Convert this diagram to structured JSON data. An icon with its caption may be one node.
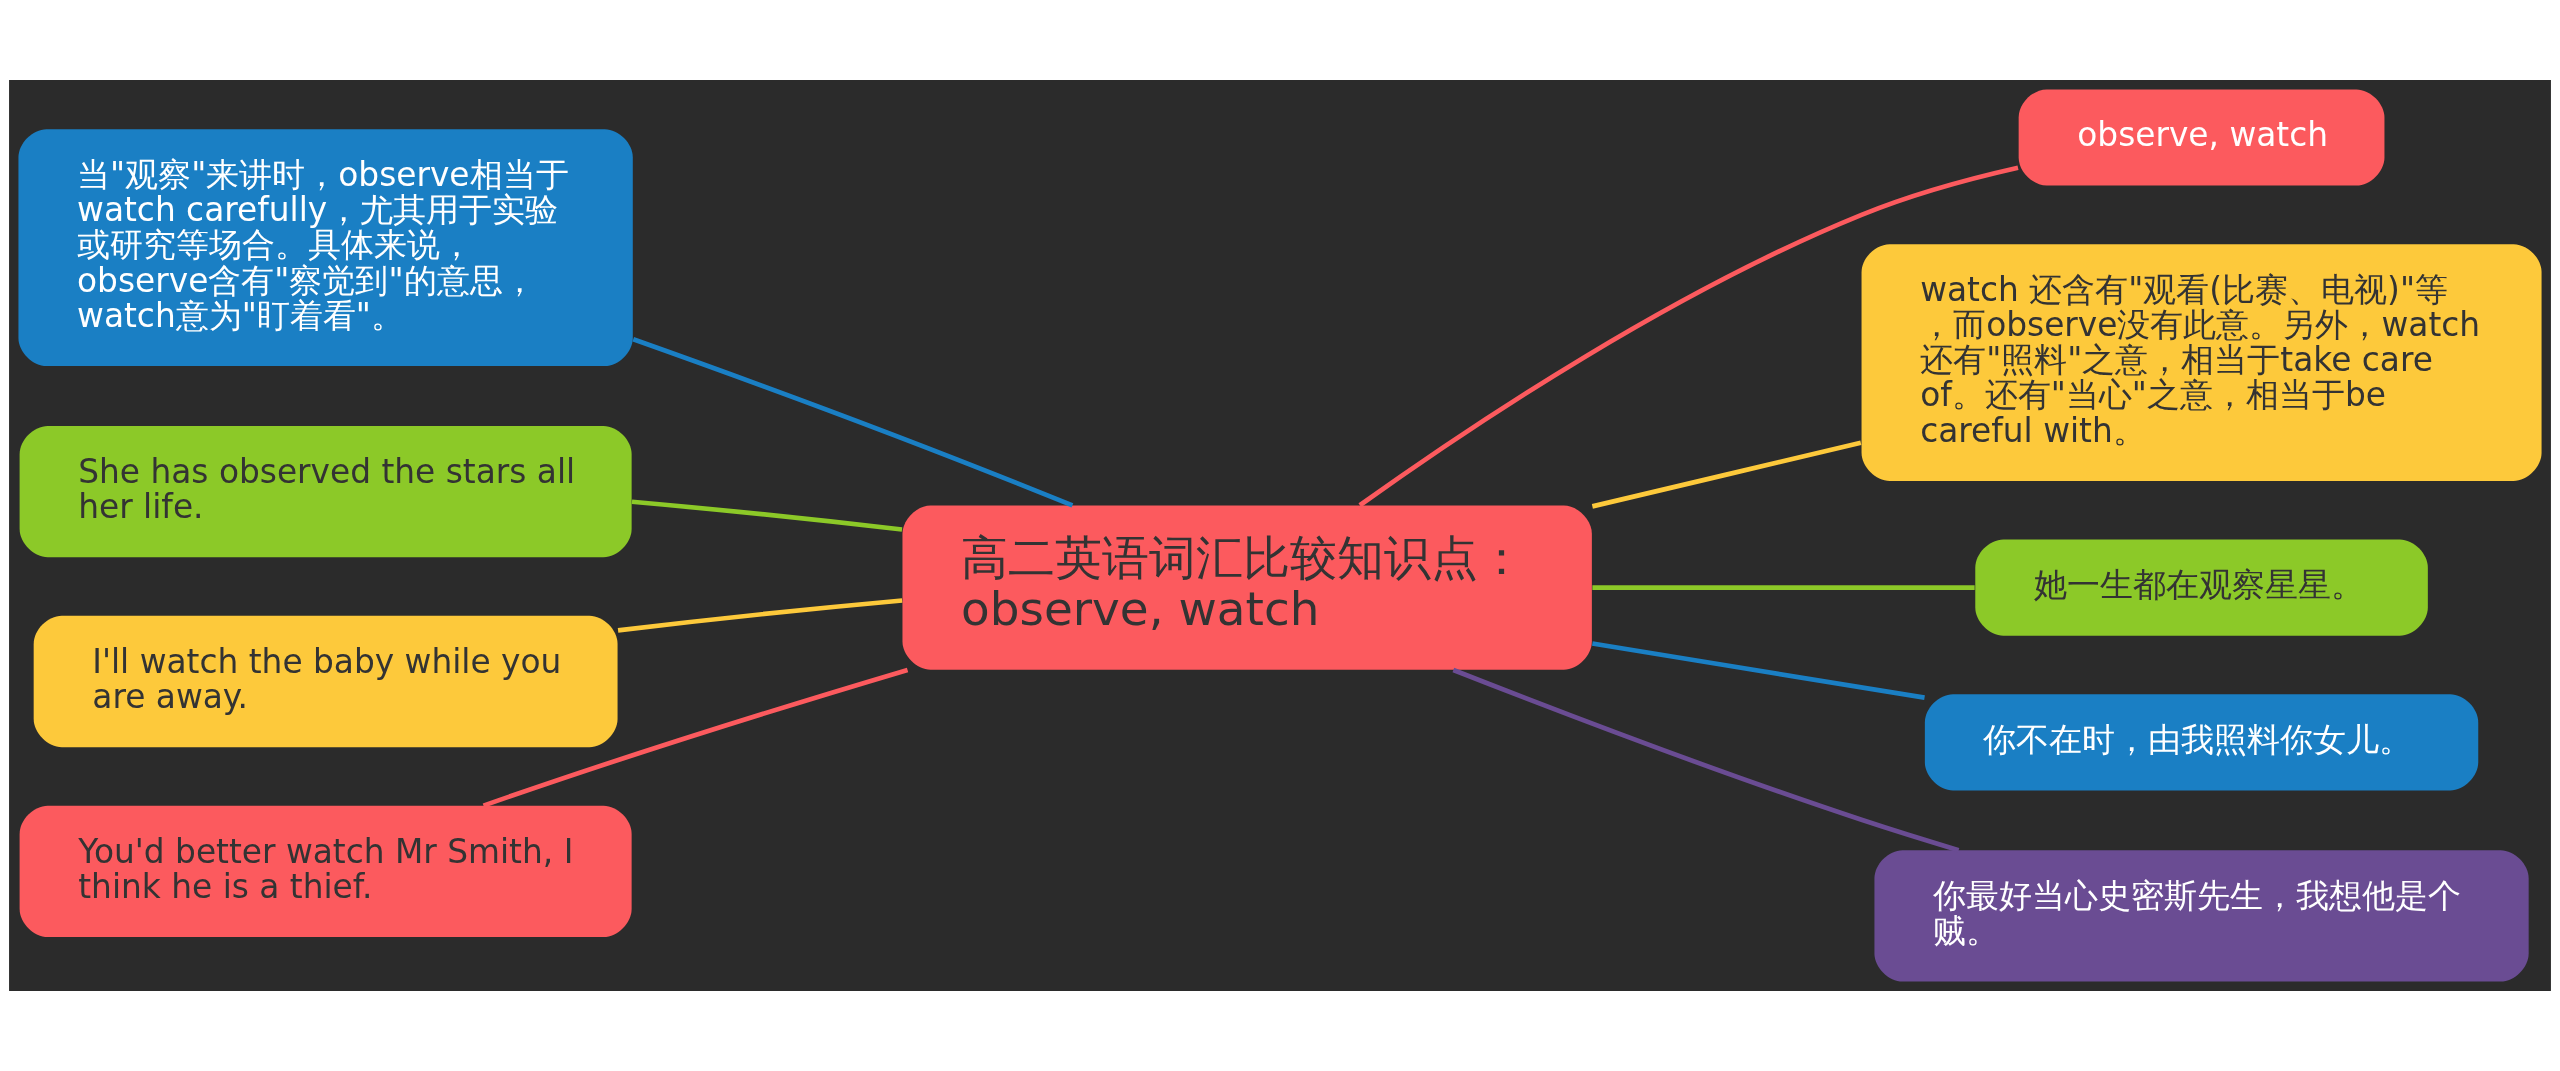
{
  "diagram": {
    "nodes": [
      {
        "text": [
          "高二英语词汇比较知识点：observe, watch"
        ]
      },
      {
        "text": [
          "observe, watch"
        ]
      },
      {
        "text": [
          "watch 还含有\"观看(比赛、电视)\"等，而observe没有此意。另外，watch还有\"照料\"之意，相当于take care of。还有\"当心\"之意，相当于be careful with。"
        ]
      },
      {
        "text": [
          "她一生都在观察星星。"
        ]
      },
      {
        "text": [
          "你不在时，由我照料你女儿。"
        ]
      },
      {
        "text": [
          "你最好当心史密斯先生，我想他是个贼。"
        ]
      },
      {
        "text": [
          "当\"观察\"来讲时，observe相当于watch carefully，尤其用于实验或研究等场合。具体来说，observe含有\"察觉到\"的意思，watch意为\"盯着看\"。"
        ]
      },
      {
        "text": [
          "She has observed the stars all her life."
        ]
      },
      {
        "text": [
          "I'll watch the baby while you are away."
        ]
      },
      {
        "text": [
          "You'd better watch Mr Smith, I think he is a thief."
        ]
      }
    ],
    "edges": [
      {
        "from": 0,
        "to": 1,
        "arrow": "none",
        "color": "#fc5a5e"
      },
      {
        "from": 0,
        "to": 2,
        "arrow": "none",
        "color": "#fdc93b"
      },
      {
        "from": 0,
        "to": 3,
        "arrow": "none",
        "color": "#8cc928"
      },
      {
        "from": 0,
        "to": 4,
        "arrow": "none",
        "color": "#1a7fc4"
      },
      {
        "from": 0,
        "to": 5,
        "arrow": "none",
        "color": "#6a4c93"
      },
      {
        "from": 0,
        "to": 6,
        "arrow": "none",
        "color": "#1a7fc4"
      },
      {
        "from": 0,
        "to": 7,
        "arrow": "none",
        "color": "#8cc928"
      },
      {
        "from": 0,
        "to": 8,
        "arrow": "none",
        "color": "#fdc93b"
      },
      {
        "from": 0,
        "to": 9,
        "arrow": "none",
        "color": "#fc5a5e"
      }
    ]
  }
}
